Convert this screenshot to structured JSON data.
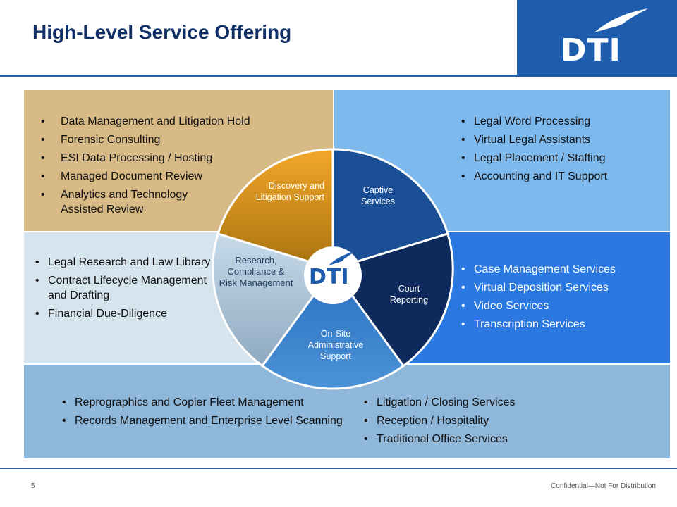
{
  "header": {
    "title": "High-Level Service Offering"
  },
  "logo": {
    "text": "DTI"
  },
  "panels": {
    "top_left": [
      "Data Management and Litigation Hold",
      "Forensic Consulting",
      "ESI Data Processing / Hosting",
      "Managed Document Review",
      "Analytics and Technology Assisted Review"
    ],
    "top_right": [
      "Legal Word Processing",
      "Virtual Legal Assistants",
      "Legal Placement / Staffing",
      "Accounting and IT Support"
    ],
    "mid_left": [
      "Legal Research and Law Library",
      "Contract Lifecycle Management and Drafting",
      "Financial Due-Diligence"
    ],
    "mid_right": [
      "Case Management Services",
      "Virtual Deposition Services",
      "Video Services",
      "Transcription Services"
    ],
    "bottom_left": [
      "Reprographics and Copier Fleet Management",
      "Records Management and Enterprise Level Scanning"
    ],
    "bottom_right": [
      "Litigation / Closing Services",
      "Reception / Hospitality",
      "Traditional Office Services"
    ]
  },
  "wheel": {
    "discovery": "Discovery and Litigation Support",
    "captive": "Captive Services",
    "court": "Court Reporting",
    "onsite": "On-Site Administrative Support",
    "research": "Research, Compliance & Risk Management",
    "center_logo": "DTI"
  },
  "colors": {
    "title": "#0f2f66",
    "brand_blue": "#1e5dae",
    "discovery": "#c8901c",
    "captive": "#1a4f96",
    "court": "#0e2a5c",
    "onsite": "#2f7ac8",
    "research": "#a9c3d8"
  },
  "footer": {
    "page": "5",
    "confidential": "Confidential—Not For Distribution"
  }
}
